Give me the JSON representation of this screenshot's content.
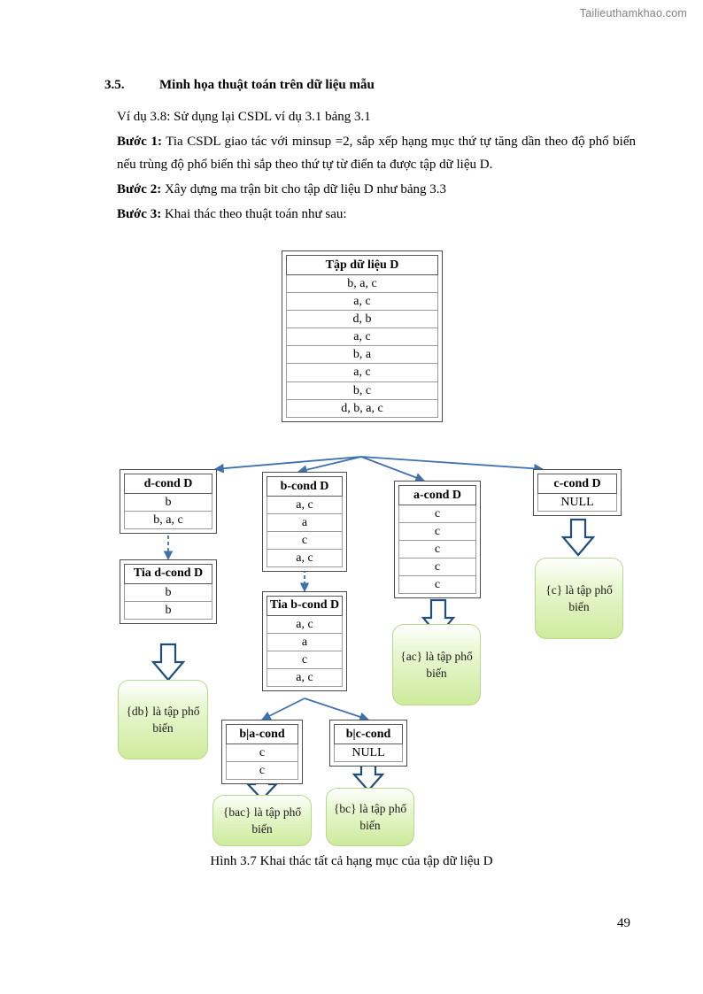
{
  "watermark": "Tailieuthamkhao.com",
  "page_number": "49",
  "section": {
    "number": "3.5.",
    "title": "Minh họa thuật toán trên dữ liệu mẫu"
  },
  "paragraphs": [
    {
      "lead": "",
      "text": "Ví dụ 3.8: Sử dụng lại CSDL ví dụ 3.1 bảng 3.1"
    },
    {
      "lead": "Bước 1:",
      "text": " Tia CSDL giao tác với minsup =2, sắp xếp hạng mục thứ tự tăng dần theo độ phổ biến nếu trùng độ phổ biến thì sắp theo thứ tự từ điển ta được tập dữ liệu D."
    },
    {
      "lead": "Bước 2:",
      "text": " Xây dựng ma trận bit cho tập dữ liệu D như bảng 3.3"
    },
    {
      "lead": "Bước 3:",
      "text": " Khai thác theo thuật toán như sau:"
    }
  ],
  "caption": "Hình 3.7 Khai thác tất cả hạng mục của tập dữ liệu D",
  "colors": {
    "arrow_blue": "#3f72ad",
    "block_arrow_outline": "#1f4e79",
    "green_border": "#b7d98a",
    "node_border": "#4c4c4c"
  },
  "nodes": {
    "dataset": {
      "header": "Tập dữ liệu D",
      "rows": [
        "b, a, c",
        "a, c",
        "d, b",
        "a, c",
        "b, a",
        "a, c",
        "b, c",
        "d, b, a, c"
      ]
    },
    "d_cond": {
      "header": "d-cond D",
      "rows": [
        "b",
        "b, a, c"
      ]
    },
    "b_cond": {
      "header": "b-cond D",
      "rows": [
        "a, c",
        "a",
        "c",
        "a, c"
      ]
    },
    "a_cond": {
      "header": "a-cond D",
      "rows": [
        "c",
        "c",
        "c",
        "c",
        "c"
      ]
    },
    "c_cond": {
      "header": "c-cond D",
      "rows": [
        "NULL"
      ]
    },
    "tia_d_cond": {
      "header": "Tia d-cond D",
      "rows": [
        "b",
        "b"
      ]
    },
    "tia_b_cond": {
      "header": "Tia b-cond D",
      "rows": [
        "a, c",
        "a",
        "c",
        "a, c"
      ]
    },
    "b_a_cond": {
      "header": "b|a-cond",
      "rows": [
        "c",
        "c"
      ]
    },
    "b_c_cond": {
      "header": "b|c-cond",
      "rows": [
        "NULL"
      ]
    }
  },
  "results": {
    "db": "{db} là tập phổ biến",
    "bac": "{bac} là tập phổ biến",
    "bc": "{bc} là tập phổ biến",
    "ac": "{ac} là tập phổ biến",
    "c": "{c} là tập phổ biến"
  }
}
